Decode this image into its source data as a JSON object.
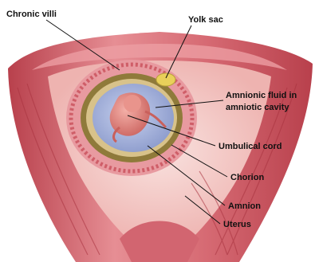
{
  "labels": {
    "chronic_villi": "Chronic villi",
    "yolk_sac": "Yolk sac",
    "amnionic_fluid_line1": "Amnionic fluid in",
    "amnionic_fluid_line2": "amniotic cavity",
    "umbilical_cord": "Umbulical cord",
    "chorion": "Chorion",
    "amnion": "Amnion",
    "uterus": "Uterus"
  },
  "colors": {
    "uterus_muscle": "#c9535d",
    "uterus_highlight": "#ec9ea3",
    "uterus_lining": "#f3c8c6",
    "villi_layer": "#e8a9a7",
    "chorion": "#8f7a3a",
    "amnion_ring": "#d8c28a",
    "amniotic_fluid": "#a9b6dc",
    "yolk_sac": "#e9d05a",
    "embryo": "#e2867f",
    "leader_line": "#111111"
  }
}
